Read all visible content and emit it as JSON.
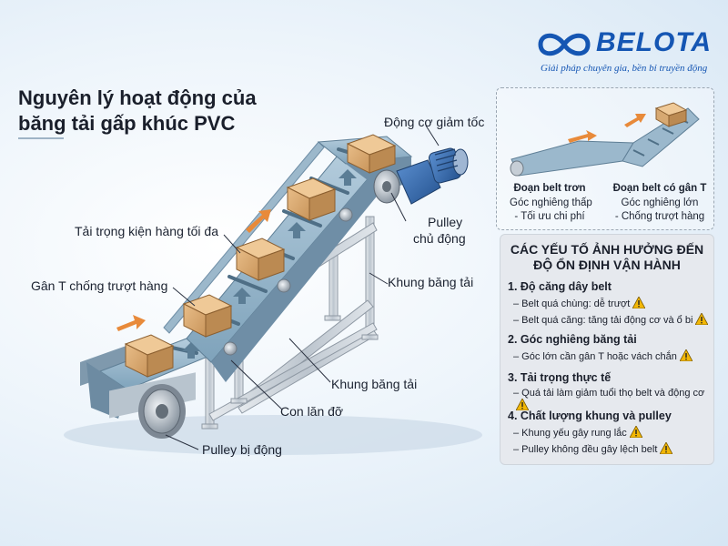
{
  "brand": {
    "name": "BELOTA",
    "tagline": "Giải pháp chuyên gia, bền bỉ truyền động",
    "color": "#1556b3"
  },
  "title": "Nguyên lý hoạt động của băng tải gấp khúc PVC",
  "labels": {
    "motor": "Động cơ giảm tốc",
    "drive_pulley_1": "Pulley",
    "drive_pulley_2": "chủ động",
    "frame_upper": "Khung băng tải",
    "frame_lower": "Khung băng tải",
    "max_load": "Tải trọng kiện hàng tối đa",
    "cleat": "Gân T chống trượt hàng",
    "support_roller": "Con lăn đỡ",
    "driven_pulley": "Pulley bị động"
  },
  "inset": {
    "plain": {
      "title": "Đoạn belt trơn",
      "line1": "Góc nghiêng thấp",
      "line2": "- Tối ưu chi phí"
    },
    "cleated": {
      "title": "Đoạn belt có gân T",
      "line1": "Góc nghiêng lớn",
      "line2": "- Chống trượt hàng"
    }
  },
  "factors": {
    "title": "CÁC YẾU TỐ ẢNH HƯỞNG ĐẾN ĐỘ ỔN ĐỊNH VẬN HÀNH",
    "items": [
      {
        "heading": "1. Độ căng dây belt",
        "points": [
          "– Belt quá chùng: dễ trượt",
          "– Belt quá căng: tăng tải động cơ và ổ bi"
        ]
      },
      {
        "heading": "2. Góc nghiêng băng tải",
        "points": [
          "– Góc lớn cần gân T hoặc vách chắn"
        ]
      },
      {
        "heading": "3. Tải trọng thực tế",
        "points": [
          "– Quá tải làm giảm tuổi thọ belt và động cơ"
        ]
      },
      {
        "heading": "4. Chất lượng khung và pulley",
        "points": [
          "– Khung yếu gây rung lắc",
          "– Pulley không đều gây lệch belt"
        ]
      }
    ]
  },
  "colors": {
    "belt": "#8fb1c7",
    "frame": "#c5ccd3",
    "motor": "#3a6fb0",
    "box": "#d7a972",
    "arrow": "#e88a3a",
    "warning": "#f2b705"
  }
}
